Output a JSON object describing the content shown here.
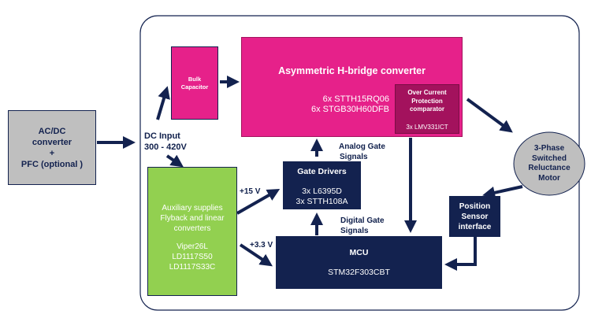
{
  "colors": {
    "navy": "#13224f",
    "magenta": "#e6218a",
    "ocp": "#a3125d",
    "green": "#92d050",
    "gray": "#bfbfbf"
  },
  "acdc": {
    "lines": [
      "AC/DC",
      "converter",
      "+",
      "PFC (optional )"
    ]
  },
  "dc_input": {
    "lines": [
      "DC Input",
      "300 - 420V"
    ]
  },
  "bulk": {
    "lines": [
      "Bulk",
      "Capacitor"
    ]
  },
  "hbridge": {
    "title": "Asymmetric H-bridge converter",
    "parts": [
      "6x STTH15RQ06",
      "6x STGB30H60DFB"
    ]
  },
  "ocp": {
    "lines": [
      "Over Current",
      "Protection",
      "comparator"
    ],
    "part": "3x LMV331ICT"
  },
  "aux": {
    "lines": [
      "Auxiliary supplies",
      "Flyback and linear",
      "converters"
    ],
    "parts": [
      "Viper26L",
      "LD1117S50",
      "LD1117S33C"
    ]
  },
  "gate_drivers": {
    "title": "Gate Drivers",
    "parts": [
      "3x L6395D",
      "3x STTH108A"
    ]
  },
  "mcu": {
    "title": "MCU",
    "part": "STM32F303CBT"
  },
  "position": {
    "lines": [
      "Position",
      "Sensor",
      "interface"
    ]
  },
  "motor": {
    "lines": [
      "3-Phase",
      "Switched",
      "Reluctance",
      "Motor"
    ]
  },
  "labels": {
    "analog": [
      "Analog Gate",
      "Signals"
    ],
    "digital": [
      "Digital Gate",
      "Signals"
    ],
    "v15": "+15 V",
    "v33": "+3.3 V"
  }
}
